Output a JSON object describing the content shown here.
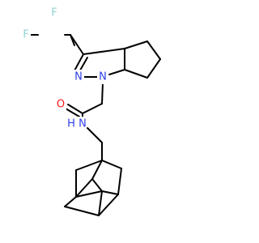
{
  "atoms": {
    "f1": {
      "text": "F",
      "color": "#8fd3cf"
    },
    "f2": {
      "text": "F",
      "color": "#8fd3cf"
    },
    "n_ring_2": {
      "text": "N",
      "color": "#2f3fe8"
    },
    "n_ring_1": {
      "text": "N",
      "color": "#2f3fe8"
    },
    "o_carbonyl": {
      "text": "O",
      "color": "#ff1a1a"
    },
    "nh_amide": {
      "text": "N",
      "color": "#2f3fe8"
    },
    "h_amide": {
      "text": "H",
      "color": "#2f3fe8"
    }
  }
}
